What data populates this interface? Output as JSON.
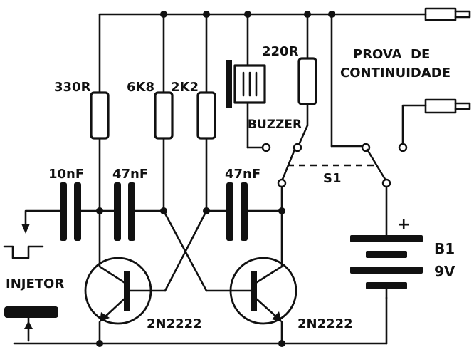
{
  "labels": {
    "r1": "330R",
    "r2": "6K8",
    "r3": "2K2",
    "r4": "220R",
    "c1": "10nF",
    "c2": "47nF",
    "c3": "47nF",
    "buzzer": "BUZZER",
    "switch": "S1",
    "battery": "B1",
    "voltage": "9V",
    "q1": "2N2222",
    "q2": "2N2222",
    "injetor": "INJETOR",
    "probe_line1": "PROVA  DE",
    "probe_line2": "CONTINUIDADE",
    "plus": "+"
  },
  "colors": {
    "ink": "#111111",
    "paper": "#ffffff"
  }
}
